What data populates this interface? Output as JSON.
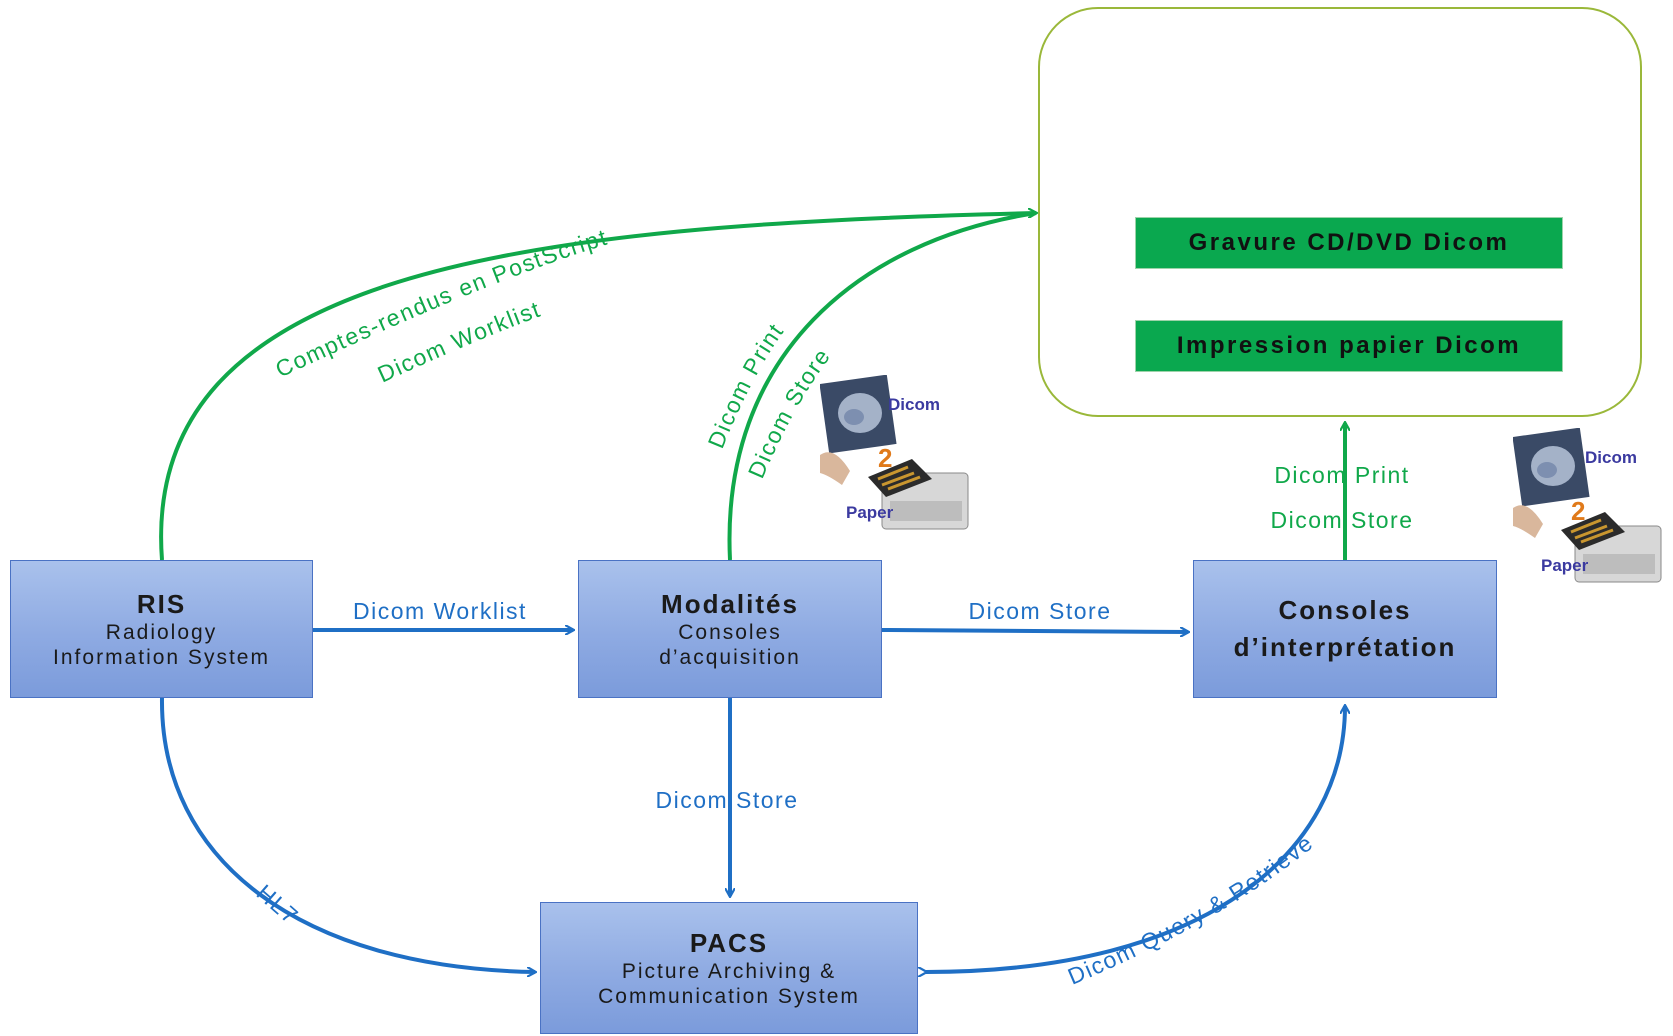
{
  "nodes": {
    "ris": {
      "title": "RIS",
      "line1": "Radiology",
      "line2": "Information System"
    },
    "modalites": {
      "title": "Modalités",
      "line1": "Consoles",
      "line2": "d’acquisition"
    },
    "consoles": {
      "line1": "Consoles",
      "line2": "d’interprétation"
    },
    "pacs": {
      "title": "PACS",
      "line1": "Picture Archiving &",
      "line2": "Communication System"
    }
  },
  "output": {
    "button1": "Gravure CD/DVD Dicom",
    "button2": "Impression papier Dicom"
  },
  "edges": {
    "ris_to_modalites": "Dicom Worklist",
    "modalites_to_consoles": "Dicom Store",
    "modalites_to_pacs": "Dicom Store",
    "ris_to_pacs": "HL7",
    "pacs_consoles": "Dicom Query & Retrieve",
    "ris_to_output_line1": "Comptes-rendus en PostScript",
    "ris_to_output_line2": "Dicom Worklist",
    "modalites_to_output_line1": "Dicom Print",
    "modalites_to_output_line2": "Dicom Store",
    "consoles_to_output_line1": "Dicom Print",
    "consoles_to_output_line2": "Dicom Store"
  },
  "illustrations": [
    {
      "label_top": "Dicom",
      "label_bottom": "Paper",
      "digit": "2"
    },
    {
      "label_top": "Dicom",
      "label_bottom": "Paper",
      "digit": "2"
    }
  ],
  "colors": {
    "blue_edge": "#1f6fc5",
    "green_edge": "#10a84a",
    "node_fill": "#8eaae2",
    "button_fill": "#0aa84f",
    "panel_border": "#9ab83a"
  }
}
